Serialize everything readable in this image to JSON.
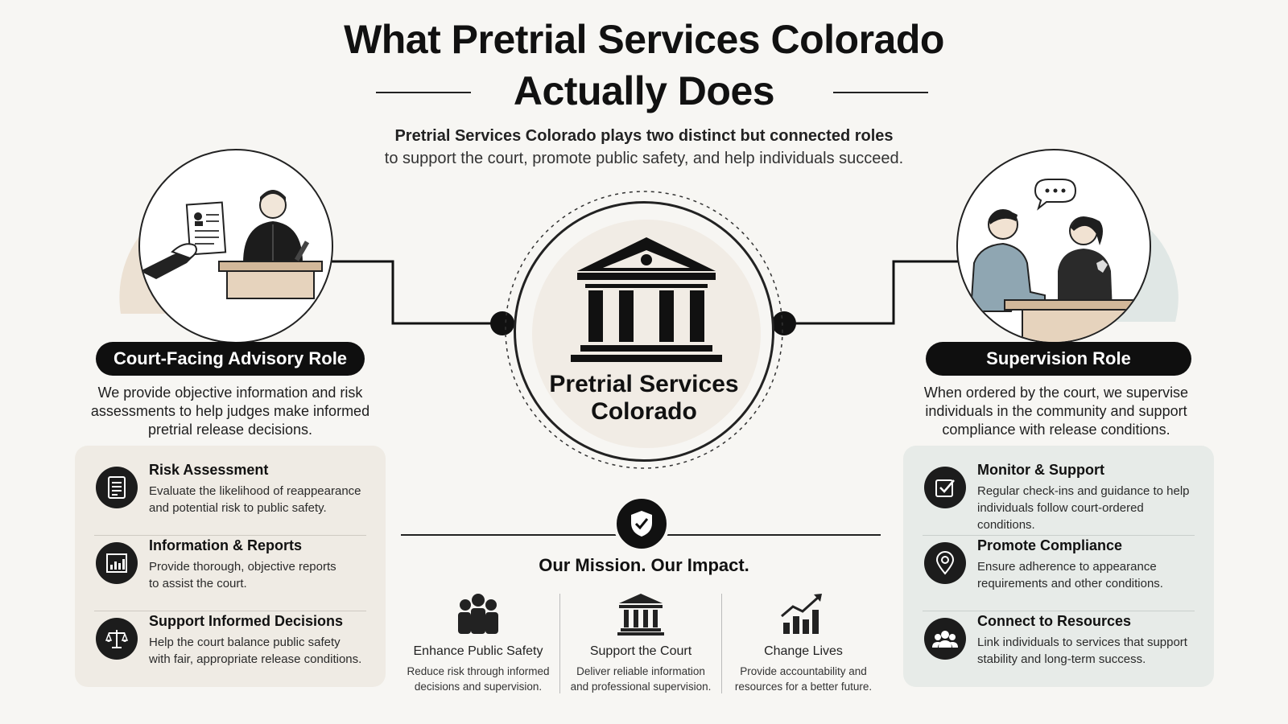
{
  "header": {
    "title_line1": "What Pretrial Services Colorado",
    "title_line2": "Actually Does",
    "subtitle_bold": "Pretrial Services Colorado plays two distinct but connected roles",
    "subtitle_light": "to support the court, promote public safety, and help individuals succeed."
  },
  "center": {
    "name_line1": "Pretrial Services",
    "name_line2": "Colorado",
    "icon": "courthouse-icon"
  },
  "left_role": {
    "title": "Court-Facing Advisory Role",
    "description_lines": [
      "We provide objective information and risk",
      "assessments to help judges make informed",
      "pretrial release decisions."
    ],
    "items": [
      {
        "icon": "document-icon",
        "title": "Risk Assessment",
        "lines": [
          "Evaluate the likelihood of reappearance",
          "and potential risk to public safety."
        ]
      },
      {
        "icon": "bar-chart-icon",
        "title": "Information & Reports",
        "lines": [
          "Provide thorough, objective reports",
          "to assist the court."
        ]
      },
      {
        "icon": "scales-icon",
        "title": "Support Informed Decisions",
        "lines": [
          "Help the court balance public safety",
          "with fair, appropriate release conditions."
        ]
      }
    ]
  },
  "right_role": {
    "title": "Supervision Role",
    "description_lines": [
      "When ordered by the court, we supervise",
      "individuals in the community and support",
      "compliance with release conditions."
    ],
    "items": [
      {
        "icon": "checkbox-icon",
        "title": "Monitor & Support",
        "lines": [
          "Regular check-ins and guidance to help",
          "individuals follow court-ordered conditions."
        ]
      },
      {
        "icon": "location-pin-icon",
        "title": "Promote Compliance",
        "lines": [
          "Ensure adherence to appearance",
          "requirements and other conditions."
        ]
      },
      {
        "icon": "people-icon",
        "title": "Connect to Resources",
        "lines": [
          "Link individuals to services that support",
          "stability and long-term success."
        ]
      }
    ]
  },
  "mission": {
    "icon": "shield-check-icon",
    "title": "Our Mission. Our Impact.",
    "columns": [
      {
        "icon": "group-icon",
        "title": "Enhance Public Safety",
        "lines": [
          "Reduce risk through informed",
          "decisions and supervision."
        ]
      },
      {
        "icon": "courthouse-icon",
        "title": "Support the Court",
        "lines": [
          "Deliver reliable information",
          "and professional supervision."
        ]
      },
      {
        "icon": "growth-chart-icon",
        "title": "Change Lives",
        "lines": [
          "Provide accountability and",
          "resources for a better future."
        ]
      }
    ]
  },
  "colors": {
    "dark": "#111111",
    "left_panel": "#efebe4",
    "right_panel": "#e7ebe8",
    "beige_accent": "#e9dccb",
    "teal_accent": "#dde6e3"
  }
}
